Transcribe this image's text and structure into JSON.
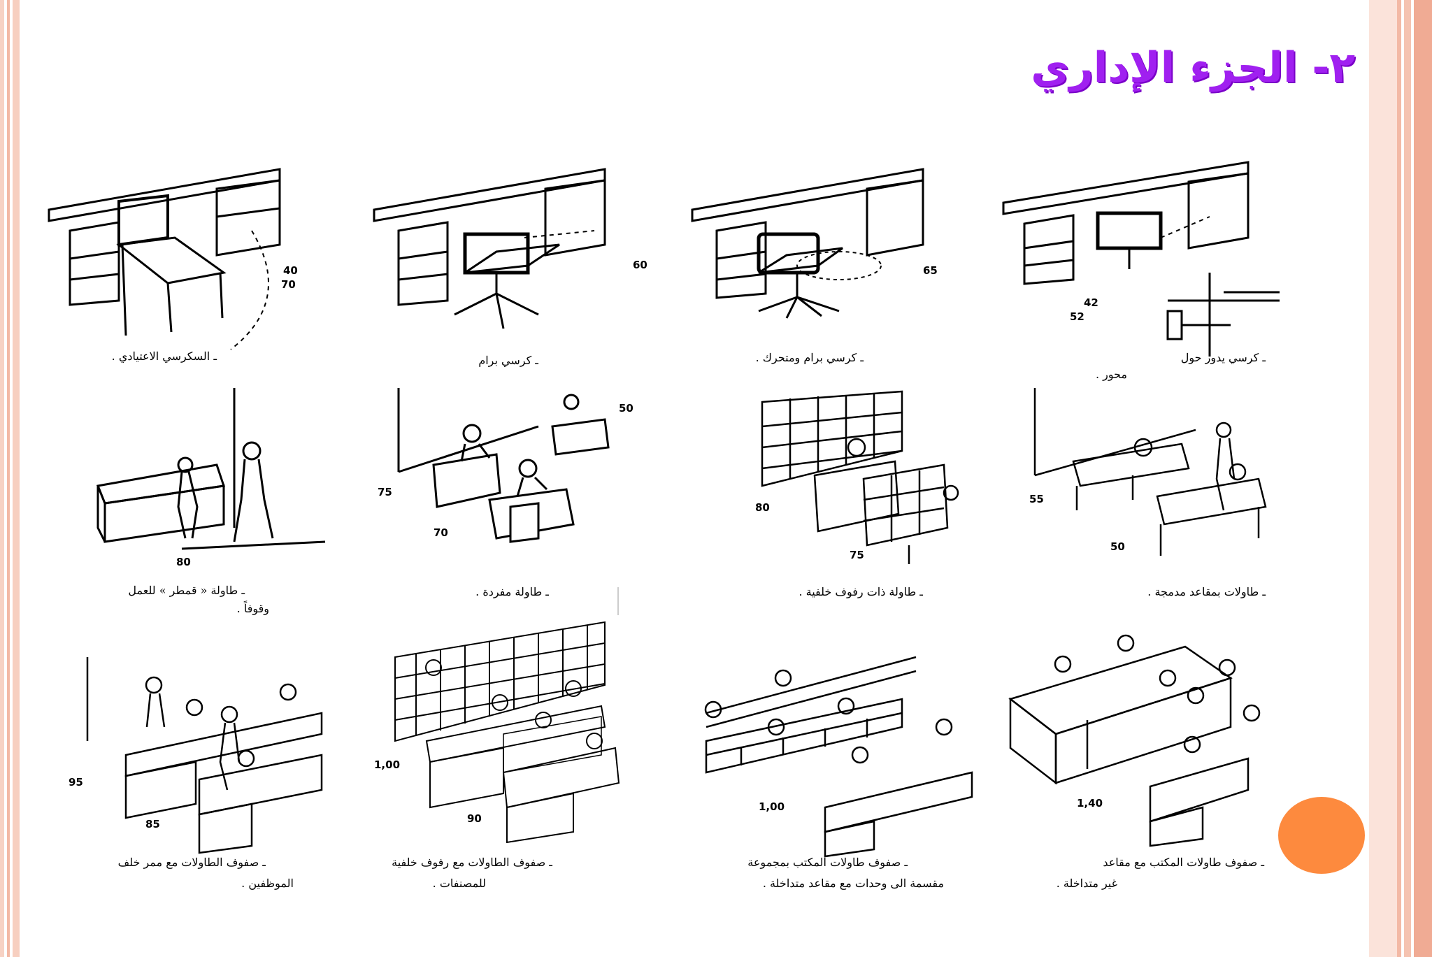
{
  "title": "٢- الجزء الإداري",
  "panels": [
    {
      "caption": "ـ السكرسي الاعتيادي .",
      "caption2": "",
      "dims": [
        "40",
        "70"
      ]
    },
    {
      "caption": "ـ كرسي برام",
      "caption2": "",
      "dims": [
        "60"
      ]
    },
    {
      "caption": "ـ كرسي برام ومتحرك .",
      "caption2": "",
      "dims": [
        "65"
      ]
    },
    {
      "caption": "ـ كرسي يدور حول",
      "caption2": "محور .",
      "dims": [
        "42",
        "52"
      ]
    },
    {
      "caption": "ـ طاولة « قمطر » للعمل",
      "caption2": "وقوفاً .",
      "dims": [
        "80"
      ]
    },
    {
      "caption": "ـ طاولة مفردة .",
      "caption2": "",
      "dims": [
        "50",
        "75",
        "70"
      ]
    },
    {
      "caption": "ـ طاولة ذات رفوف خلفية .",
      "caption2": "",
      "dims": [
        "80",
        "75"
      ]
    },
    {
      "caption": "ـ طاولات بمقاعد مدمجة .",
      "caption2": "",
      "dims": [
        "55",
        "50"
      ]
    },
    {
      "caption": "ـ صفوف الطاولات مع ممر خلف",
      "caption2": "الموظفين .",
      "dims": [
        "95",
        "85"
      ]
    },
    {
      "caption": "ـ صفوف الطاولات مع رفوف خلفية",
      "caption2": "للمصنفات .",
      "dims": [
        "1,00",
        "90"
      ]
    },
    {
      "caption": "ـ صفوف طاولات المكتب بمجموعة",
      "caption2": "مقسمة الى وحدات مع مقاعد متداخلة .",
      "dims": [
        "1,00"
      ]
    },
    {
      "caption": "ـ صفوف طاولات المكتب مع مقاعد",
      "caption2": "غير متداخلة .",
      "dims": [
        "1,40"
      ]
    }
  ],
  "colors": {
    "title": "#a020f0",
    "accent_dot": "#fd8a3e"
  }
}
